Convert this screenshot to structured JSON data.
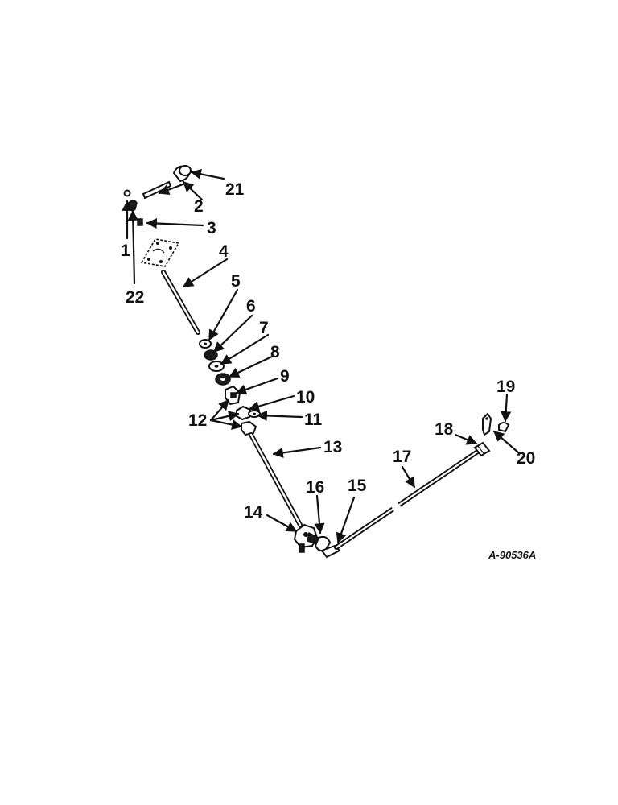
{
  "drawing_code": "A-90536A",
  "callouts": [
    {
      "id": "1",
      "text": "1"
    },
    {
      "id": "2",
      "text": "2"
    },
    {
      "id": "3",
      "text": "3"
    },
    {
      "id": "4",
      "text": "4"
    },
    {
      "id": "5",
      "text": "5"
    },
    {
      "id": "6",
      "text": "6"
    },
    {
      "id": "7",
      "text": "7"
    },
    {
      "id": "8",
      "text": "8"
    },
    {
      "id": "9",
      "text": "9"
    },
    {
      "id": "10",
      "text": "10"
    },
    {
      "id": "11",
      "text": "11"
    },
    {
      "id": "12",
      "text": "12"
    },
    {
      "id": "13",
      "text": "13"
    },
    {
      "id": "14",
      "text": "14"
    },
    {
      "id": "15",
      "text": "15"
    },
    {
      "id": "16",
      "text": "16"
    },
    {
      "id": "17",
      "text": "17"
    },
    {
      "id": "18",
      "text": "18"
    },
    {
      "id": "19",
      "text": "19"
    },
    {
      "id": "20",
      "text": "20"
    },
    {
      "id": "21",
      "text": "21"
    },
    {
      "id": "22",
      "text": "22"
    }
  ]
}
